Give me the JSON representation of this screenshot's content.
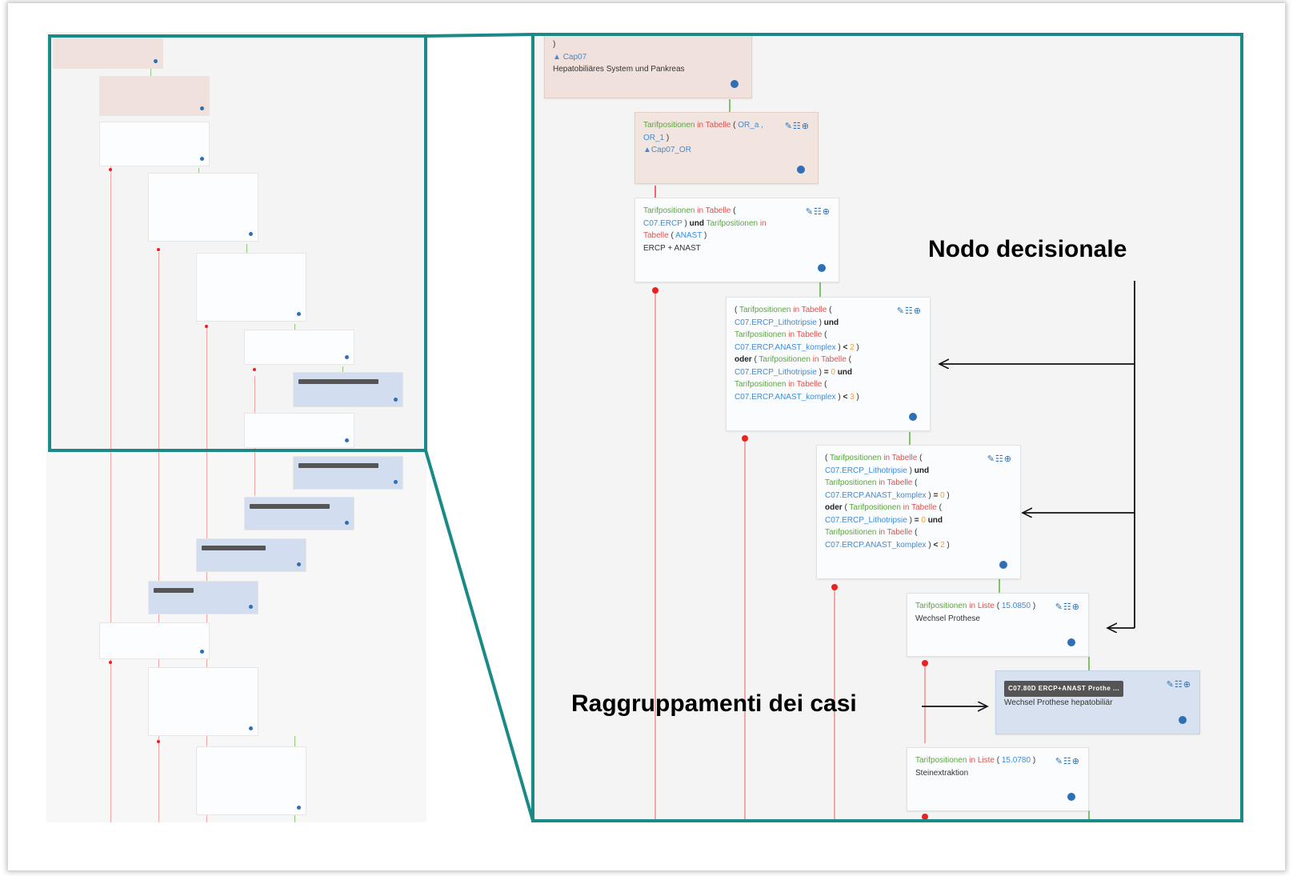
{
  "callouts": {
    "decision_node": "Nodo decisionale",
    "case_groups": "Raggruppamenti dei casi"
  },
  "zoom": {
    "root": {
      "pre": ")",
      "link": "Cap07",
      "desc": "Hepatobiliäres System und Pankreas"
    },
    "node1": {
      "l1a": "Tarifpositionen",
      "l1b": "in",
      "l1c": "Tabelle",
      "l1d": "(",
      "l1e": "OR_a ,",
      "l2a": "OR_1",
      "l2b": ")",
      "link": "Cap07_OR"
    },
    "node2": {
      "l1a": "Tarifpositionen",
      "l1b": "in",
      "l1c": "Tabelle",
      "l1d": "(",
      "l2a": "C07.ERCP",
      "l2b": ")",
      "l2c": "und",
      "l2d": "Tarifpositionen",
      "l2e": "in",
      "l3a": "Tabelle",
      "l3b": "(",
      "l3c": "ANAST",
      "l3d": ")",
      "desc": "ERCP + ANAST"
    },
    "node3": {
      "l1a": "(",
      "l1b": "Tarifpositionen",
      "l1c": "in",
      "l1d": "Tabelle",
      "l1e": "(",
      "l2a": "C07.ERCP_Lithotripsie",
      "l2b": ")",
      "l2c": "und",
      "l3a": "Tarifpositionen",
      "l3b": "in",
      "l3c": "Tabelle",
      "l3d": "(",
      "l4a": "C07.ERCP.ANAST_komplex",
      "l4b": ")",
      "l4c": "<",
      "l4d": "2",
      "l4e": ")",
      "l5a": "oder",
      "l5b": "(",
      "l5c": "Tarifpositionen",
      "l5d": "in",
      "l5e": "Tabelle",
      "l5f": "(",
      "l6a": "C07.ERCP_Lithotripsie",
      "l6b": ")",
      "l6c": "=",
      "l6d": "0",
      "l6e": "und",
      "l7a": "Tarifpositionen",
      "l7b": "in",
      "l7c": "Tabelle",
      "l7d": "(",
      "l8a": "C07.ERCP.ANAST_komplex",
      "l8b": ")",
      "l8c": "<",
      "l8d": "3",
      "l8e": ")"
    },
    "node4": {
      "l1a": "(",
      "l1b": "Tarifpositionen",
      "l1c": "in",
      "l1d": "Tabelle",
      "l1e": "(",
      "l2a": "C07.ERCP_Lithotripsie",
      "l2b": ")",
      "l2c": "und",
      "l3a": "Tarifpositionen",
      "l3b": "in",
      "l3c": "Tabelle",
      "l3d": "(",
      "l4a": "C07.ERCP.ANAST_komplex",
      "l4b": ")",
      "l4c": "=",
      "l4d": "0",
      "l4e": ")",
      "l5a": "oder",
      "l5b": "(",
      "l5c": "Tarifpositionen",
      "l5d": "in",
      "l5e": "Tabelle",
      "l5f": "(",
      "l6a": "C07.ERCP_Lithotripsie",
      "l6b": ")",
      "l6c": "=",
      "l6d": "0",
      "l6e": "und",
      "l7a": "Tarifpositionen",
      "l7b": "in",
      "l7c": "Tabelle",
      "l7d": "(",
      "l8a": "C07.ERCP.ANAST_komplex",
      "l8b": ")",
      "l8c": "<",
      "l8d": "2",
      "l8e": ")"
    },
    "node5": {
      "l1a": "Tarifpositionen",
      "l1b": "in",
      "l1c": "Liste",
      "l1d": "(",
      "l1e": "15.0850",
      "l1f": ")",
      "desc": "Wechsel Prothese"
    },
    "group1": {
      "badge": "C07.80D ERCP+ANAST Prothe ...",
      "desc": "Wechsel Prothese hepatobiliär"
    },
    "node6": {
      "l1a": "Tarifpositionen",
      "l1b": "in",
      "l1c": "Liste",
      "l1d": "(",
      "l1e": "15.0780",
      "l1f": ")",
      "desc": "Steinextraktion"
    }
  },
  "icons": {
    "tools": "edit-copy-add-icons",
    "node_action": "globe-icon"
  },
  "colors": {
    "frame": "#1a8a86",
    "green": "#5aa63d",
    "red": "#d9534f",
    "blue": "#3f8bd6",
    "group_bg": "#d7e1f0",
    "root_bg": "#f1e1dc"
  }
}
